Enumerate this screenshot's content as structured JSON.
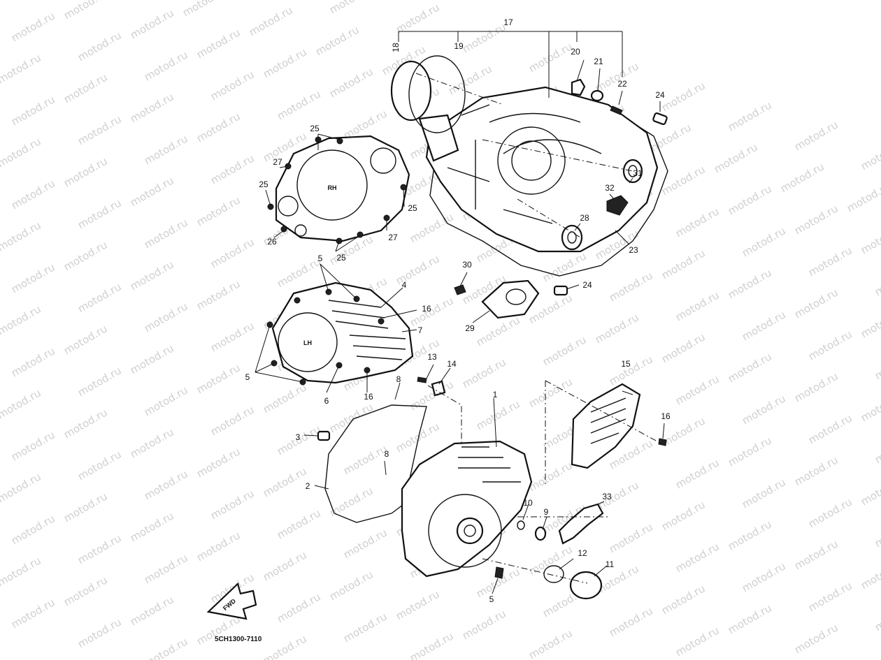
{
  "diagram": {
    "watermark": "motod.ru",
    "code": "5CH1300-7110",
    "fwd_label": "FWD",
    "cover_tags": {
      "right": "RH",
      "left": "LH"
    },
    "callouts": [
      {
        "id": "c17",
        "text": "17"
      },
      {
        "id": "c18",
        "text": "18"
      },
      {
        "id": "c19",
        "text": "19"
      },
      {
        "id": "c20",
        "text": "20"
      },
      {
        "id": "c21",
        "text": "21"
      },
      {
        "id": "c22",
        "text": "22"
      },
      {
        "id": "c24a",
        "text": "24"
      },
      {
        "id": "c25a",
        "text": "25"
      },
      {
        "id": "c27a",
        "text": "27"
      },
      {
        "id": "c25b",
        "text": "25"
      },
      {
        "id": "c25c",
        "text": "25"
      },
      {
        "id": "c26",
        "text": "26"
      },
      {
        "id": "c27b",
        "text": "27"
      },
      {
        "id": "c25d",
        "text": "25"
      },
      {
        "id": "c31",
        "text": "31"
      },
      {
        "id": "c32",
        "text": "32"
      },
      {
        "id": "c28",
        "text": "28"
      },
      {
        "id": "c23",
        "text": "23"
      },
      {
        "id": "c30",
        "text": "30"
      },
      {
        "id": "c24b",
        "text": "24"
      },
      {
        "id": "c29",
        "text": "29"
      },
      {
        "id": "c5a",
        "text": "5"
      },
      {
        "id": "c4",
        "text": "4"
      },
      {
        "id": "c16a",
        "text": "16"
      },
      {
        "id": "c7",
        "text": "7"
      },
      {
        "id": "c5b",
        "text": "5"
      },
      {
        "id": "c6",
        "text": "6"
      },
      {
        "id": "c16b",
        "text": "16"
      },
      {
        "id": "c13",
        "text": "13"
      },
      {
        "id": "c14",
        "text": "14"
      },
      {
        "id": "c8a",
        "text": "8"
      },
      {
        "id": "c15",
        "text": "15"
      },
      {
        "id": "c1",
        "text": "1"
      },
      {
        "id": "c16c",
        "text": "16"
      },
      {
        "id": "c3",
        "text": "3"
      },
      {
        "id": "c8b",
        "text": "8"
      },
      {
        "id": "c2",
        "text": "2"
      },
      {
        "id": "c33",
        "text": "33"
      },
      {
        "id": "c10",
        "text": "10"
      },
      {
        "id": "c9",
        "text": "9"
      },
      {
        "id": "c12",
        "text": "12"
      },
      {
        "id": "c11",
        "text": "11"
      },
      {
        "id": "c5c",
        "text": "5"
      }
    ]
  }
}
